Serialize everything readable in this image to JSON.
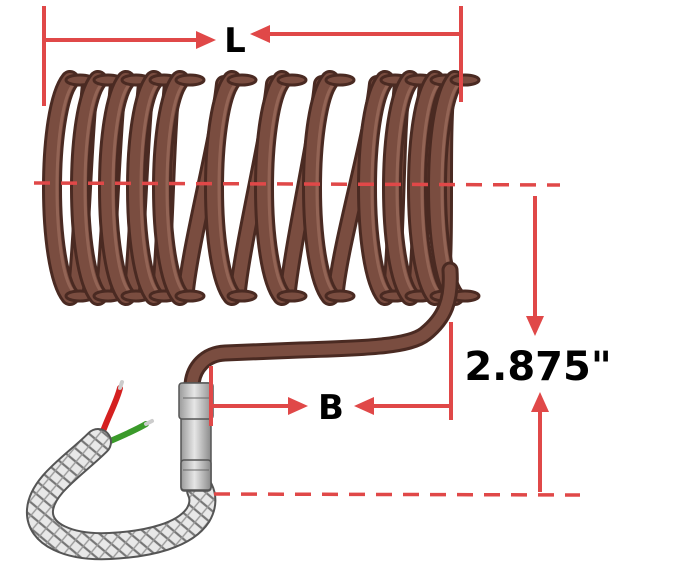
{
  "labels": {
    "length": "L",
    "b_dimension": "B",
    "height": "2.875\""
  },
  "colors": {
    "dimension": "#e04848",
    "coil_dark": "#4a2a22",
    "coil_mid": "#7a4d40",
    "coil_light": "#9a6a5a",
    "sleeve": "#c8c8c8",
    "braid": "#9a9a9a",
    "wire_red": "#d42020",
    "wire_green": "#3a9a2a",
    "wire_tip": "#cccccc"
  },
  "icons": {
    "coil": "coil-heater-icon",
    "lead": "braided-lead-icon"
  }
}
